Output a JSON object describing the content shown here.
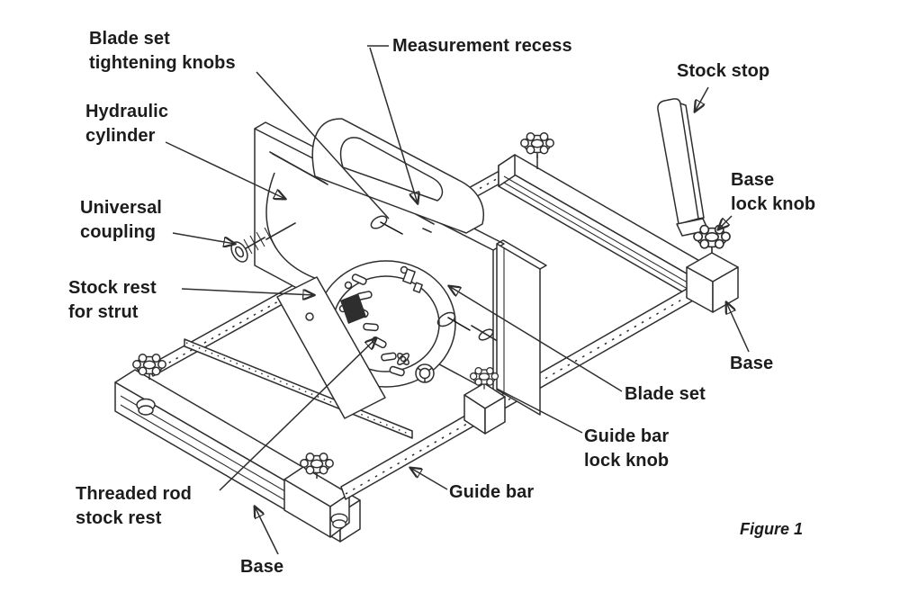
{
  "figure": {
    "caption": "Figure 1"
  },
  "colors": {
    "line": "#2e2e2e",
    "text": "#1c1c1c",
    "background": "#ffffff",
    "solid_knob": "#101010"
  },
  "labels": {
    "blade_set_tightening_knobs": "Blade set\ntightening knobs",
    "measurement_recess": "Measurement recess",
    "stock_stop": "Stock stop",
    "hydraulic_cylinder": "Hydraulic\ncylinder",
    "base_lock_knob": "Base\nlock knob",
    "universal_coupling": "Universal\ncoupling",
    "stock_rest_for_strut": "Stock rest\nfor strut",
    "base_right": "Base",
    "blade_set": "Blade set",
    "guide_bar_lock_knob": "Guide bar\nlock knob",
    "guide_bar": "Guide bar",
    "threaded_rod_stock_rest": "Threaded rod\nstock rest",
    "base_bottom": "Base"
  }
}
